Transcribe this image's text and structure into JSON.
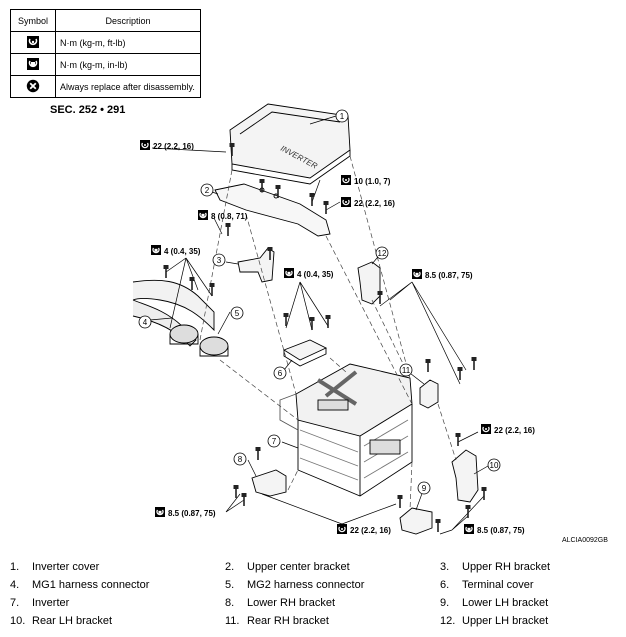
{
  "symbol_table": {
    "header_symbol": "Symbol",
    "header_description": "Description",
    "rows": [
      {
        "icon": "torque-nm-kgm-ftlb-icon",
        "description": "N·m (kg-m, ft-lb)"
      },
      {
        "icon": "torque-nm-kgm-inlb-icon",
        "description": "N·m (kg-m, in-lb)"
      },
      {
        "icon": "always-replace-icon",
        "description": "Always replace after disassembly."
      }
    ]
  },
  "section": "SEC. 252 • 291",
  "cover_marking": "INVERTER",
  "torque_specs": [
    "22 (2.2, 16)",
    "10 (1.0, 7)",
    "22 (2.2, 16)",
    "8 (0.8, 71)",
    "4 (0.4, 35)",
    "4 (0.4, 35)",
    "8.5 (0.87, 75)",
    "22 (2.2, 16)",
    "8.5 (0.87, 75)",
    "22 (2.2, 16)",
    "8.5 (0.87, 75)"
  ],
  "callouts": [
    "1",
    "2",
    "3",
    "4",
    "5",
    "6",
    "7",
    "8",
    "9",
    "10",
    "11",
    "12"
  ],
  "figure_code": "ALCIA0092GB",
  "legend": [
    {
      "num": "1.",
      "label": "Inverter cover"
    },
    {
      "num": "2.",
      "label": "Upper center bracket"
    },
    {
      "num": "3.",
      "label": "Upper RH bracket"
    },
    {
      "num": "4.",
      "label": "MG1 harness connector"
    },
    {
      "num": "5.",
      "label": "MG2 harness connector"
    },
    {
      "num": "6.",
      "label": "Terminal cover"
    },
    {
      "num": "7.",
      "label": "Inverter"
    },
    {
      "num": "8.",
      "label": "Lower RH bracket"
    },
    {
      "num": "9.",
      "label": "Lower LH bracket"
    },
    {
      "num": "10.",
      "label": "Rear LH bracket"
    },
    {
      "num": "11.",
      "label": "Rear RH bracket"
    },
    {
      "num": "12.",
      "label": "Upper LH bracket"
    }
  ]
}
